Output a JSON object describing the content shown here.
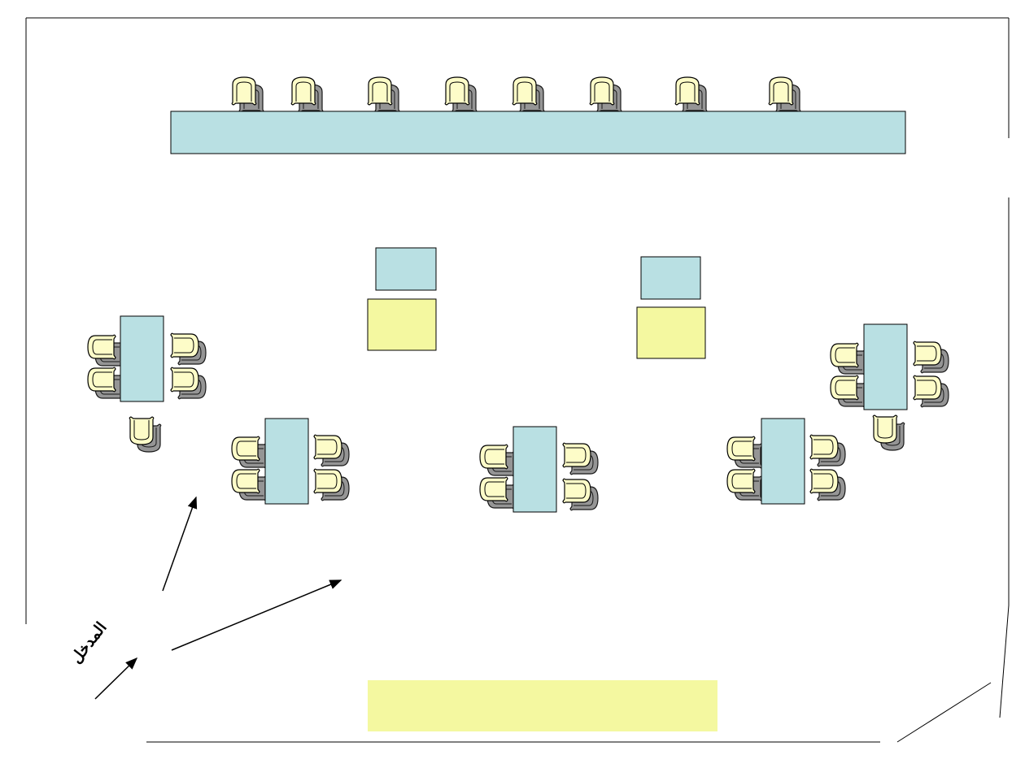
{
  "labels": {
    "entrance": "المدخل"
  },
  "colors": {
    "table": "#b9e0e3",
    "desk": "#f4f8a0",
    "chair": "#fdfcc8",
    "shadow": "#8a8a8a",
    "line": "#000000"
  },
  "counts": {
    "head_table_chairs": 8,
    "group_tables": 5,
    "small_tables": 2,
    "podium_desks": 2
  }
}
